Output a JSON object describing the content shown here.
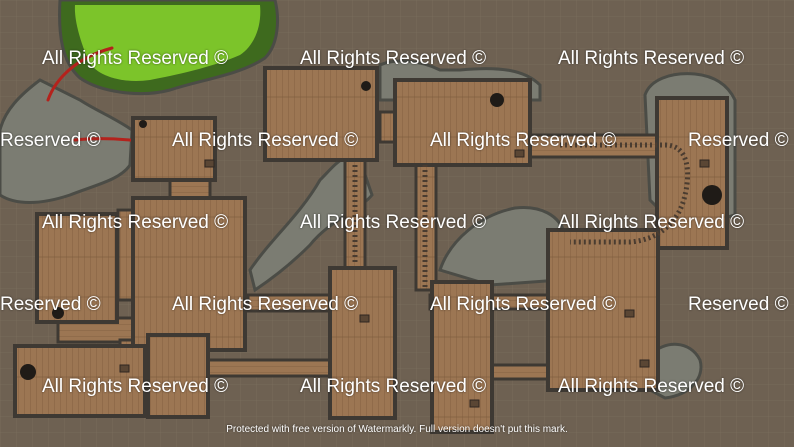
{
  "watermark": {
    "text": "All Rights Reserved ©",
    "partial_text": "Reserved ©"
  },
  "footer": {
    "notice": "Protected with free version of Watermarkly. Full version doesn't put this mark."
  },
  "colors": {
    "ground": "#6e6152",
    "grid": "#7a6d5d",
    "floor": "#9c7653",
    "floor_plank": "#7c5a3d",
    "wall": "#3e3933",
    "rock": "#7b7c72",
    "rock_edge": "#4b4c46",
    "moss": "#7cc42a",
    "moss_dark": "#3e6a1e",
    "blood": "#b4221c",
    "rail": "#4a3c30"
  },
  "map": {
    "rooms": [
      "room-top-center",
      "room-top-right",
      "room-far-right",
      "room-upper-left",
      "room-left",
      "room-center-big",
      "room-center-lower",
      "room-mid-lower",
      "room-right-lower",
      "room-bottom-left"
    ],
    "features": [
      "moss-cave",
      "rock-cave-left",
      "rock-passage-center",
      "rock-passage-right",
      "mine-cart-rails",
      "corridors"
    ]
  }
}
